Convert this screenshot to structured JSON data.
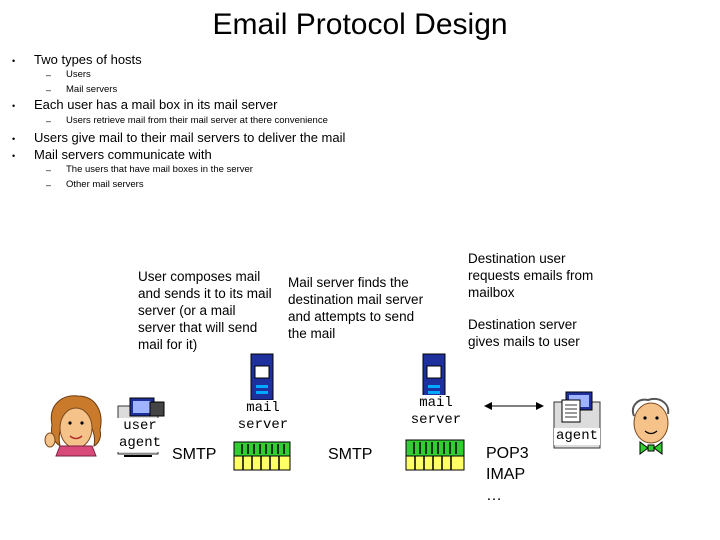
{
  "title": "Email Protocol Design",
  "bullets": [
    {
      "text": "Two types of hosts",
      "subs": [
        "Users",
        "Mail servers"
      ]
    },
    {
      "text": "Each user has a mail box in its mail server",
      "subs": [
        "Users retrieve mail from their mail server at there convenience"
      ]
    },
    {
      "text": "Users give mail to their mail servers to deliver the mail",
      "subs": []
    },
    {
      "text": "Mail servers communicate with",
      "subs": [
        "The users that have mail boxes in the server",
        "Other mail servers"
      ]
    }
  ],
  "bullet_glyph": "•",
  "dash_glyph": "–",
  "annotations": {
    "compose": "User composes mail and sends it to its mail server (or a mail server that will send mail for it)",
    "finds": "Mail server finds the destination mail server and attempts to send the mail",
    "requests": "Destination user requests emails from mailbox",
    "gives": "Destination server gives mails to user"
  },
  "labels": {
    "user_agent_left": "user agent",
    "mail_server_1": "mail server",
    "mail_server_2": "mail server",
    "agent_right": "agent",
    "smtp_1": "SMTP",
    "smtp_2": "SMTP",
    "pop3": "POP3",
    "imap": "IMAP",
    "ellipsis": "…"
  },
  "colors": {
    "server_blue": "#1e2f9e",
    "queue_green": "#33cc33",
    "queue_yellow": "#ffff66",
    "skin": "#f5c28a",
    "hair": "#c97a2a"
  }
}
